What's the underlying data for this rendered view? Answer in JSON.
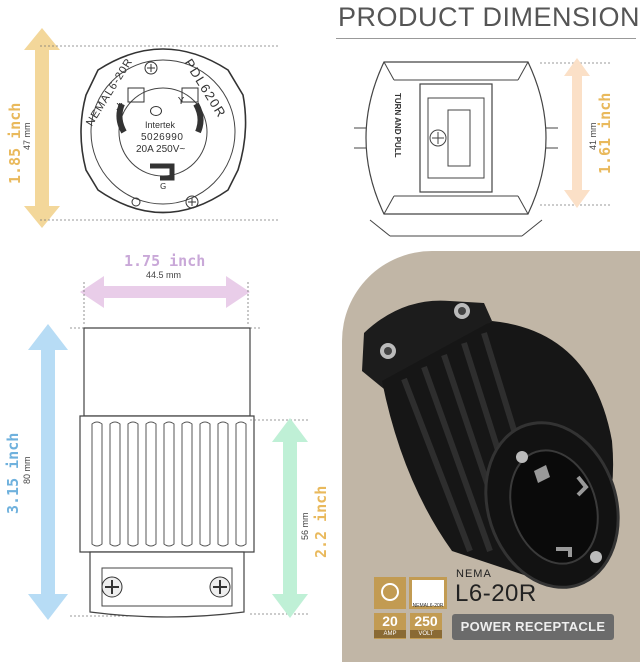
{
  "title": "PRODUCT DIMENSION",
  "colors": {
    "yellow": "#f3d79a",
    "peach": "#fbe0c7",
    "lilac": "#e9cde9",
    "blue": "#b7dcf5",
    "mint": "#bff0d6",
    "gold": "#c29b52",
    "panel": "#c1b6a6"
  },
  "dimensions": {
    "face_diameter": {
      "inch": "1.85 inch",
      "mm": "47 mm"
    },
    "side_height": {
      "inch": "1.61 inch",
      "mm": "41 mm"
    },
    "body_width": {
      "inch": "1.75 inch",
      "mm": "44.5 mm"
    },
    "total_length": {
      "inch": "3.15 inch",
      "mm": "80 mm"
    },
    "grip_length": {
      "inch": "2.2 inch",
      "mm": "56 mm"
    }
  },
  "face": {
    "ring_left": "NEMAL6-20R",
    "ring_right": "PDL620R",
    "slot_x": "X",
    "slot_y": "Y",
    "slot_g": "G",
    "brand": "Intertek",
    "number": "5026990",
    "rating": "20A 250V~"
  },
  "side": {
    "turn_text": "TURN AND PULL"
  },
  "product": {
    "nema_label": "NEMA",
    "model": "L6-20R",
    "type_label": "POWER RECEPTACLE",
    "cert_caption": "NEMAL6-20R",
    "amp_value": "20",
    "amp_unit": "AMP",
    "volt_value": "250",
    "volt_unit": "VOLT",
    "ul_icon": "ul-certification-icon"
  }
}
